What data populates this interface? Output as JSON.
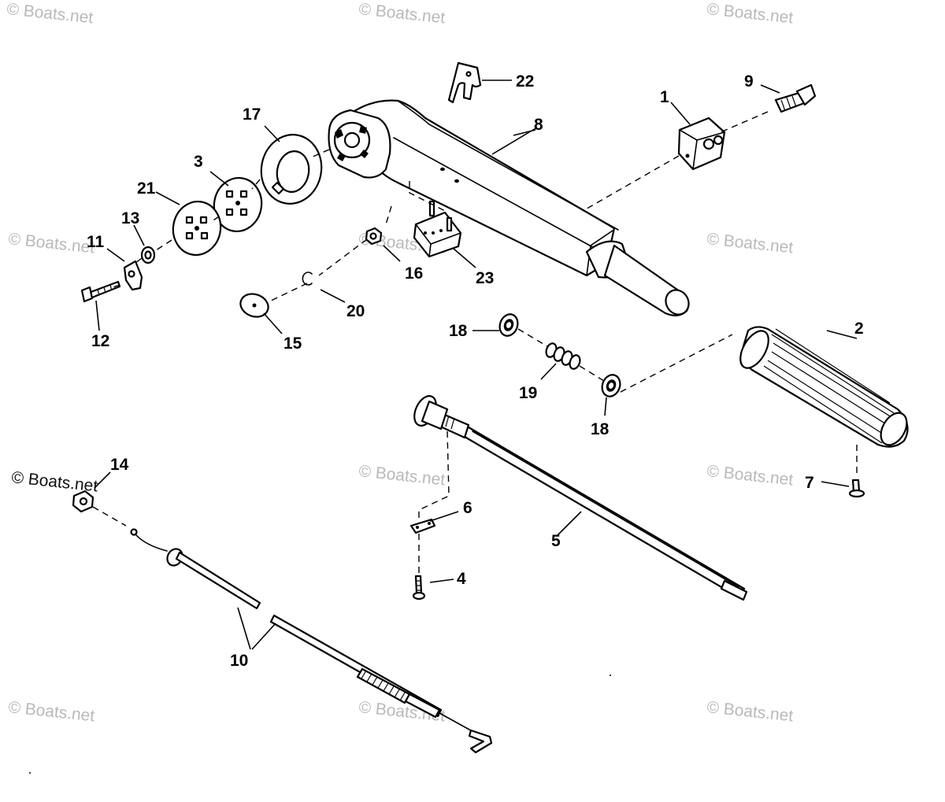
{
  "watermark": "© Boats.net",
  "parts": [
    {
      "id": "1",
      "label": "1"
    },
    {
      "id": "2",
      "label": "2"
    },
    {
      "id": "3",
      "label": "3"
    },
    {
      "id": "4",
      "label": "4"
    },
    {
      "id": "5",
      "label": "5"
    },
    {
      "id": "6",
      "label": "6"
    },
    {
      "id": "7",
      "label": "7"
    },
    {
      "id": "8",
      "label": "8"
    },
    {
      "id": "9",
      "label": "9"
    },
    {
      "id": "10",
      "label": "10"
    },
    {
      "id": "11",
      "label": "11"
    },
    {
      "id": "12",
      "label": "12"
    },
    {
      "id": "13",
      "label": "13"
    },
    {
      "id": "14",
      "label": "14"
    },
    {
      "id": "15",
      "label": "15"
    },
    {
      "id": "16",
      "label": "16"
    },
    {
      "id": "17",
      "label": "17"
    },
    {
      "id": "18",
      "label": "18"
    },
    {
      "id": "19",
      "label": "19"
    },
    {
      "id": "20",
      "label": "20"
    },
    {
      "id": "21",
      "label": "21"
    },
    {
      "id": "22",
      "label": "22"
    },
    {
      "id": "23",
      "label": "23"
    }
  ]
}
